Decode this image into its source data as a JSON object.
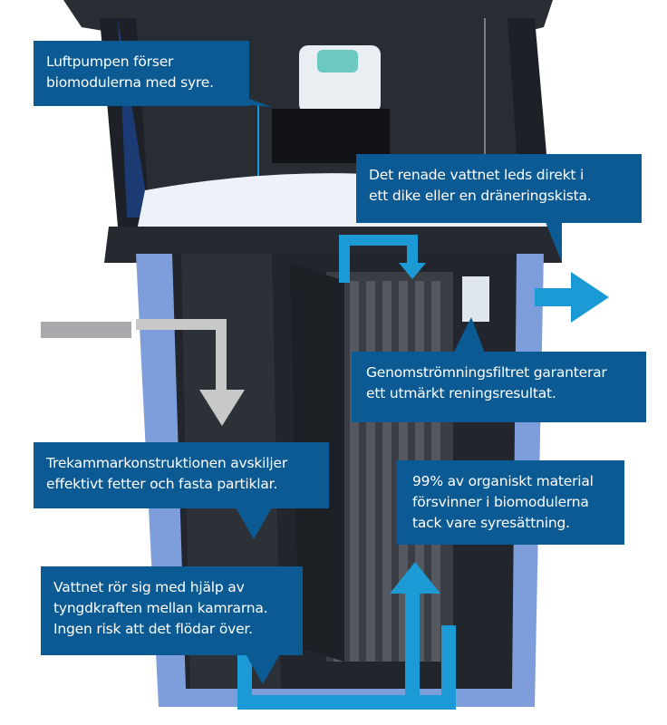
{
  "callouts": {
    "air_pump": [
      "Luftpumpen förser",
      "biomodulerna med syre."
    ],
    "outflow": [
      "Det renade vattnet leds direkt i",
      "ett dike eller en dräneringskista."
    ],
    "filter": [
      "Genomströmningsfiltret garanterar",
      "ett utmärkt reningsresultat."
    ],
    "three_chamber": [
      "Trekammarkonstruktionen avskiljer",
      "effektivt fetter och fasta partiklar."
    ],
    "biomodules": [
      "99% av organiskt material",
      "försvinner i biomodulerna",
      "tack vare syresättning."
    ],
    "gravity": [
      "Vattnet rör sig med hjälp av",
      "tyngdkraften mellan kamrarna.",
      "Ingen risk att det flödar över."
    ]
  },
  "colors": {
    "callout": "#0b5a93",
    "tank_wall": "#7d9ddb",
    "flow_arrow": "#1b9ad6",
    "inflow_arrow": "#c8c8c8"
  }
}
